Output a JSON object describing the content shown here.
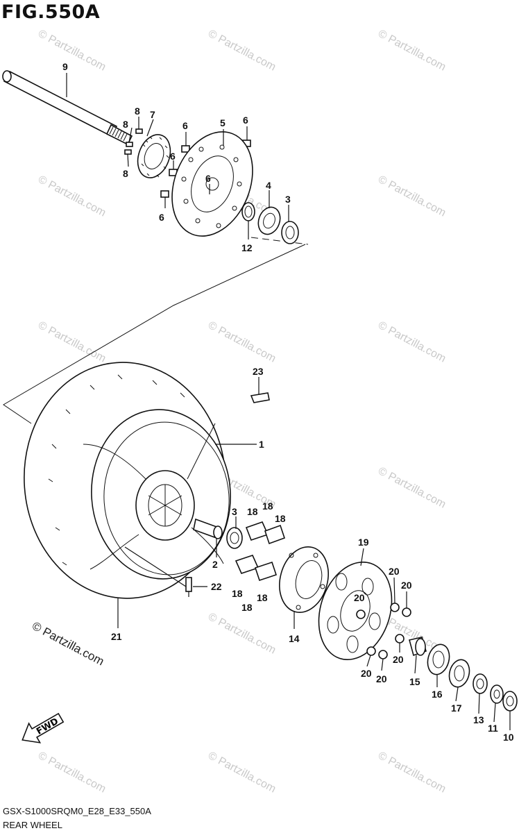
{
  "figure": {
    "title": "FIG.550A",
    "model_code": "GSX-S1000SRQM0_E28_E33_550A",
    "caption": "REAR WHEEL",
    "copyright": "© Partzilla.com",
    "watermark": "© Partzilla.com",
    "fwd_arrow_label": "FWD"
  },
  "callouts": {
    "c1": "1",
    "c2": "2",
    "c3a": "3",
    "c3b": "3",
    "c4": "4",
    "c5": "5",
    "c6a": "6",
    "c6b": "6",
    "c6c": "6",
    "c6d": "6",
    "c6e": "6",
    "c7": "7",
    "c8a": "8",
    "c8b": "8",
    "c8c": "8",
    "c9": "9",
    "c10": "10",
    "c11": "11",
    "c12": "12",
    "c13": "13",
    "c14": "14",
    "c15": "15",
    "c16": "16",
    "c17": "17",
    "c18a": "18",
    "c18b": "18",
    "c18c": "18",
    "c18d": "18",
    "c18e": "18",
    "c18f": "18",
    "c19": "19",
    "c20a": "20",
    "c20b": "20",
    "c20c": "20",
    "c20d": "20",
    "c20e": "20",
    "c20f": "20",
    "c21": "21",
    "c22": "22",
    "c23": "23"
  }
}
